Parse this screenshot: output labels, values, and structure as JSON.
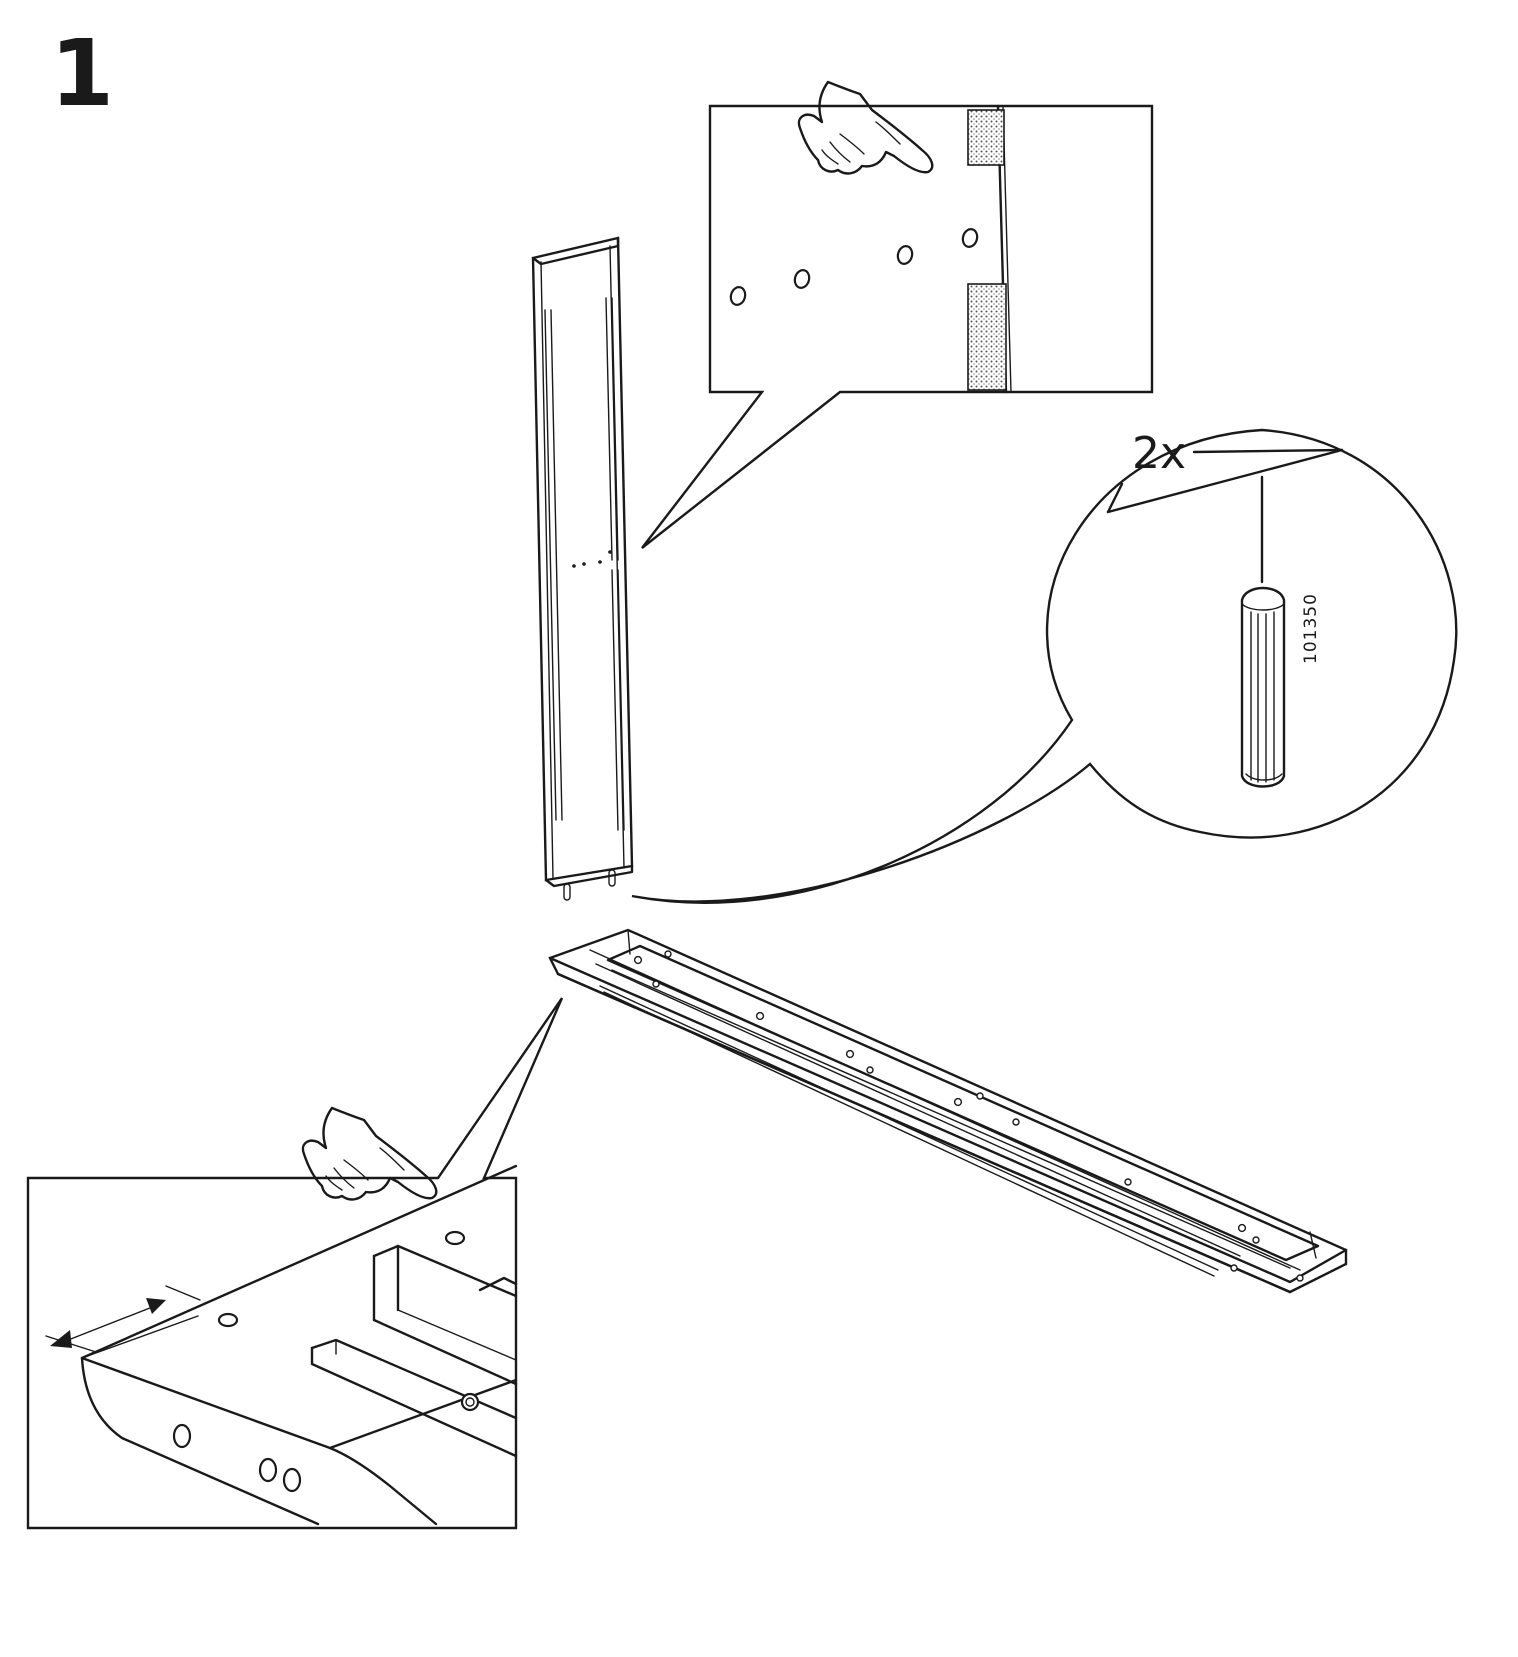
{
  "step": {
    "number": "1"
  },
  "parts": [
    {
      "quantity": "2x",
      "part_number": "101350"
    }
  ],
  "icons": [
    "pointing-hand-icon",
    "dowel-icon",
    "double-arrow-icon"
  ]
}
